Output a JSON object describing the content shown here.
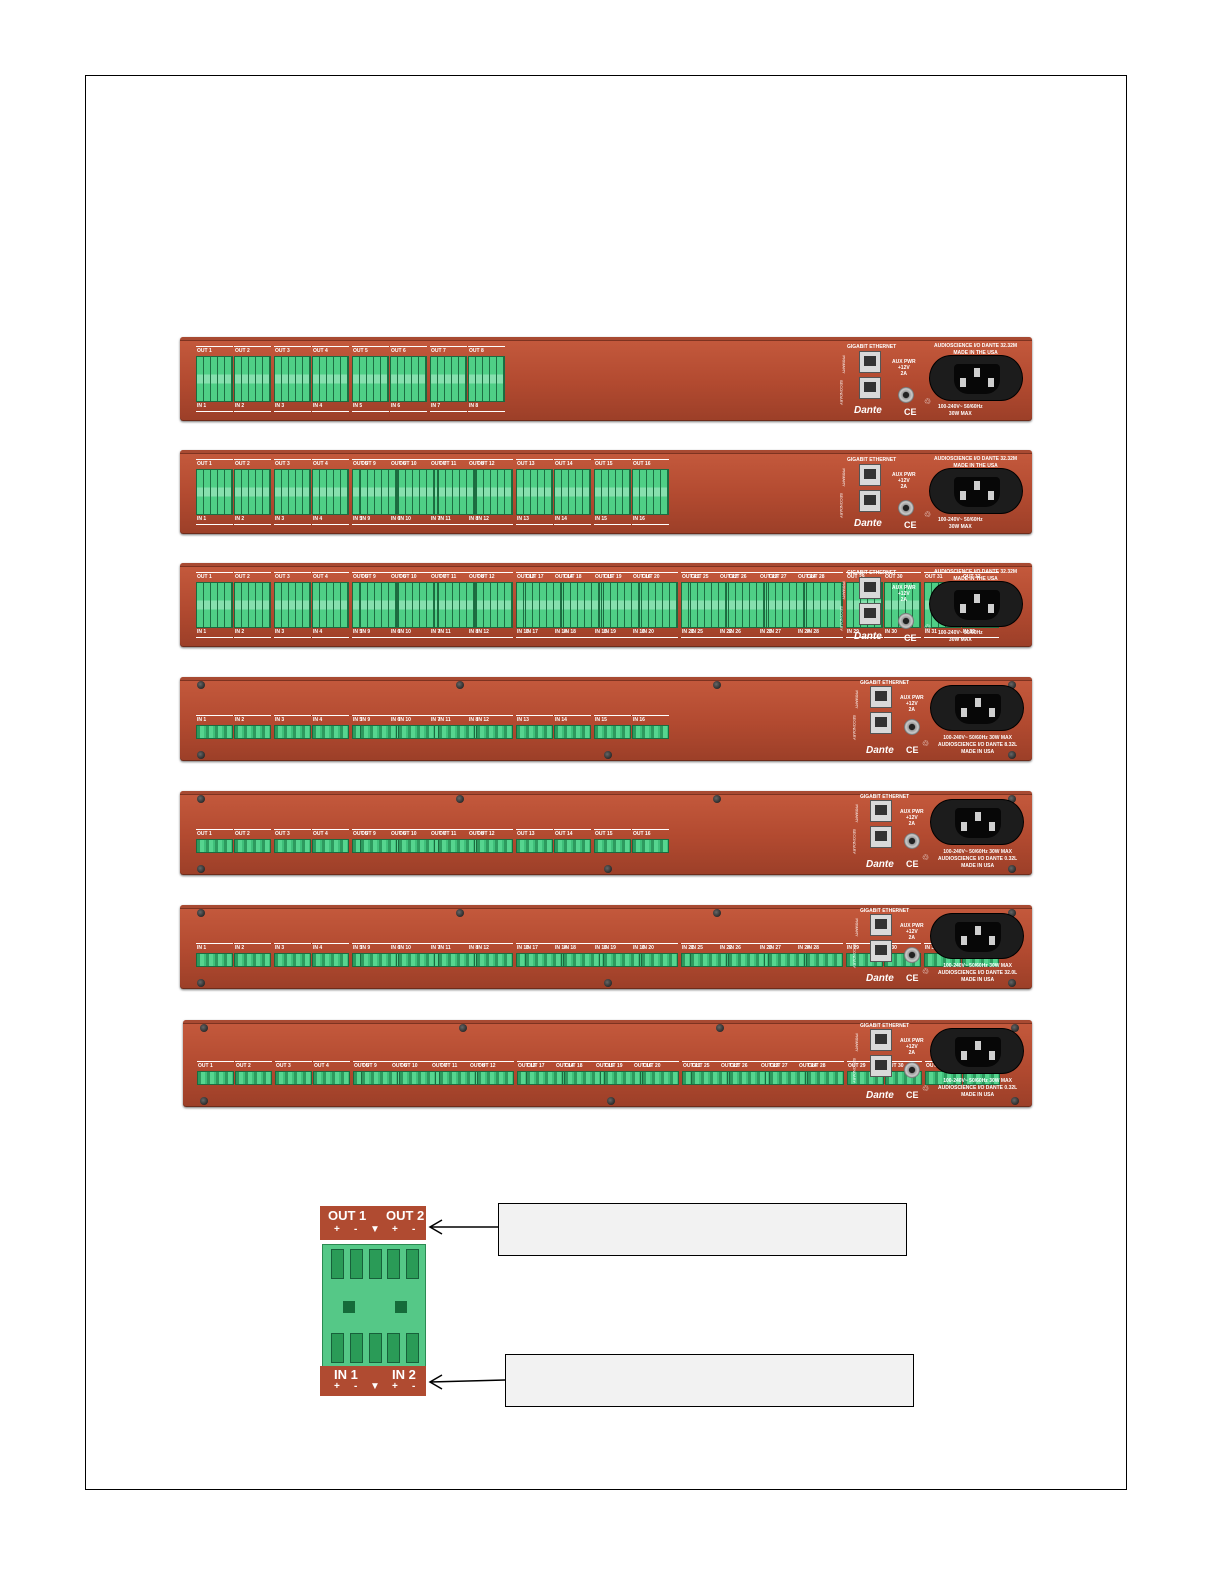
{
  "panel_text": {
    "ethernet": "GIGABIT ETHERNET",
    "primary": "PRIMARY",
    "secondary": "SECONDARY",
    "dante": "Dante",
    "aux_pwr": "AUX PWR",
    "aux_volt": "+12V",
    "aux_amp": "2A",
    "ce": "CE",
    "weee": "♲",
    "model_32_32m": "AUDIOSCIENCE I/O DANTE 32.32M",
    "model_8_32l": "AUDIOSCIENCE I/O DANTE 8.32L",
    "model_0_32l": "AUDIOSCIENCE I/O DANTE 0.32L",
    "model_32_0l": "AUDIOSCIENCE I/O DANTE 32.0L",
    "made_in_the_usa": "MADE IN THE USA",
    "made_in_usa": "MADE IN USA",
    "power_m": "100-240V~  50/60Hz",
    "power_m2": "30W MAX",
    "power_l": "100-240V~  50/60Hz  30W MAX"
  },
  "detail": {
    "out1": "OUT 1",
    "out2": "OUT 2",
    "in1": "IN 1",
    "in2": "IN 2",
    "plus": "+",
    "minus": "-",
    "ground": "▼"
  }
}
